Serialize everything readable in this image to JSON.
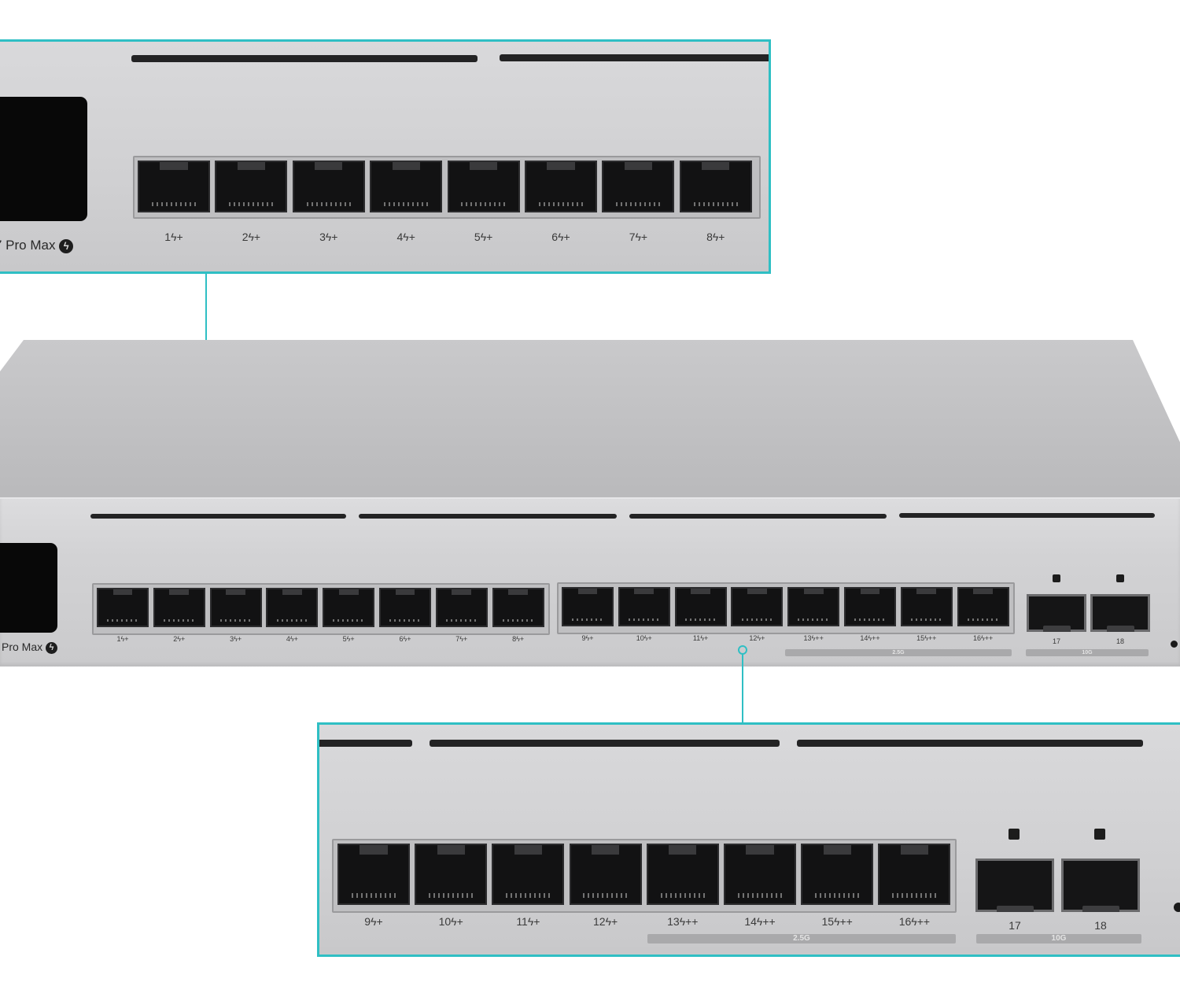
{
  "model_label": "Pro Max",
  "model_label_partial": "7 Pro Max",
  "bolt_glyph": "ϟ",
  "speed_labels": {
    "multi_gig": "2.5G",
    "ten_gig": "10G"
  },
  "ports": [
    {
      "number": "1",
      "mark": "ϟ+"
    },
    {
      "number": "2",
      "mark": "ϟ+"
    },
    {
      "number": "3",
      "mark": "ϟ+"
    },
    {
      "number": "4",
      "mark": "ϟ+"
    },
    {
      "number": "5",
      "mark": "ϟ+"
    },
    {
      "number": "6",
      "mark": "ϟ+"
    },
    {
      "number": "7",
      "mark": "ϟ+"
    },
    {
      "number": "8",
      "mark": "ϟ+"
    },
    {
      "number": "9",
      "mark": "ϟ+"
    },
    {
      "number": "10",
      "mark": "ϟ+"
    },
    {
      "number": "11",
      "mark": "ϟ+"
    },
    {
      "number": "12",
      "mark": "ϟ+"
    },
    {
      "number": "13",
      "mark": "ϟ++"
    },
    {
      "number": "14",
      "mark": "ϟ++"
    },
    {
      "number": "15",
      "mark": "ϟ++"
    },
    {
      "number": "16",
      "mark": "ϟ++"
    }
  ],
  "sfp_ports": [
    {
      "number": "17"
    },
    {
      "number": "18"
    }
  ],
  "colors": {
    "callout_accent": "#2fbfc4",
    "chassis": "#d2d2d4",
    "port": "#121213"
  }
}
